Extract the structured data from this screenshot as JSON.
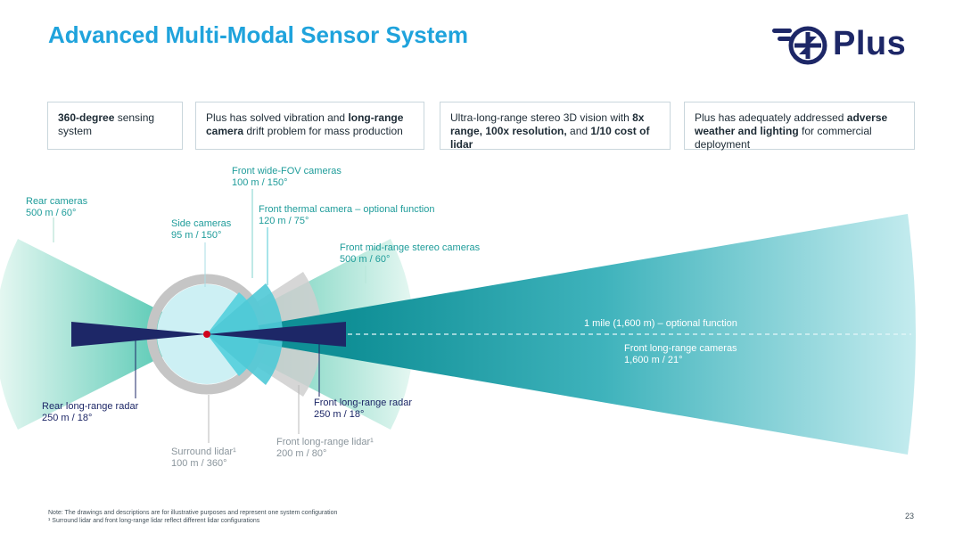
{
  "title": "Advanced Multi-Modal Sensor System",
  "logo": {
    "wordmark": "Plus",
    "icon": "plus-logo-icon",
    "color": "#1d2767"
  },
  "boxes": [
    {
      "parts": [
        {
          "t": "360-degree",
          "b": true
        },
        {
          "t": " sensing system",
          "b": false
        }
      ]
    },
    {
      "parts": [
        {
          "t": "Plus has solved vibration and ",
          "b": false
        },
        {
          "t": "long-range camera",
          "b": true
        },
        {
          "t": " drift problem for mass production",
          "b": false
        }
      ]
    },
    {
      "parts": [
        {
          "t": "Ultra-long-range stereo 3D vision with ",
          "b": false
        },
        {
          "t": "8x range, 100x resolution,",
          "b": true
        },
        {
          "t": " and ",
          "b": false
        },
        {
          "t": "1/10 cost of lidar",
          "b": true
        }
      ]
    },
    {
      "parts": [
        {
          "t": "Plus has adequately addressed ",
          "b": false
        },
        {
          "t": "adverse weather and lighting",
          "b": true
        },
        {
          "t": " for commercial deployment",
          "b": false
        }
      ]
    }
  ],
  "sensors": {
    "rear_cameras": {
      "name": "Rear cameras",
      "spec": "500 m / 60°"
    },
    "front_wide_fov": {
      "name": "Front wide-FOV cameras",
      "spec": "100 m / 150°"
    },
    "front_thermal": {
      "name": "Front thermal camera – optional function",
      "spec": "120 m / 75°"
    },
    "side_cameras": {
      "name": "Side cameras",
      "spec": "95 m / 150°"
    },
    "front_mid_stereo": {
      "name": "Front mid-range stereo cameras",
      "spec": "500 m / 60°"
    },
    "optional_mile": {
      "name": "1 mile (1,600 m) – optional function"
    },
    "front_long_cameras": {
      "name": "Front long-range cameras",
      "spec": "1,600 m / 21°"
    },
    "rear_radar": {
      "name": "Rear long-range radar",
      "spec": "250 m / 18°"
    },
    "front_radar": {
      "name": "Front long-range radar",
      "spec": "250 m / 18°"
    },
    "surround_lidar": {
      "name": "Surround lidar¹",
      "spec": "100 m / 360°"
    },
    "front_lidar": {
      "name": "Front long-range lidar¹",
      "spec": "200 m / 80°"
    }
  },
  "colors": {
    "accent": "#1fa3dc",
    "teal": "#1e9c9a",
    "navy": "#1d2767",
    "gray": "#8a959c",
    "origin": "#d0021b"
  },
  "footnotes": {
    "note": "Note: The drawings and descriptions are for illustrative purposes and represent one system configuration",
    "footnote1": "¹ Surround lidar and front long-range lidar reflect different lidar configurations"
  },
  "page_number": "23"
}
